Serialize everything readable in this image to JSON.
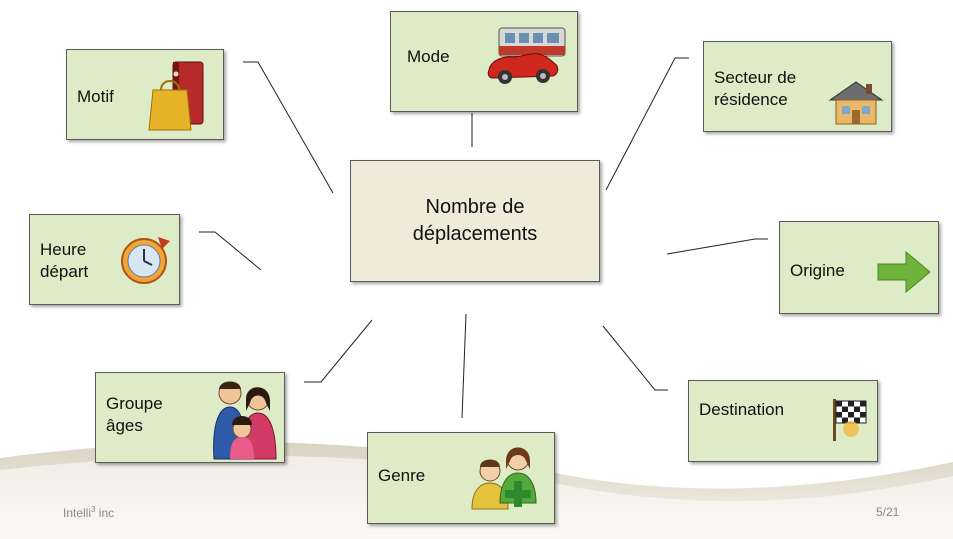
{
  "center": {
    "line1": "Nombre de",
    "line2": "déplacements"
  },
  "nodes": {
    "mode": {
      "label": "Mode",
      "icon": "vehicles-icon"
    },
    "motif": {
      "label": "Motif",
      "icon": "shopping-bag-binder-icon"
    },
    "secteur": {
      "line1": "Secteur de",
      "line2": "résidence",
      "icon": "house-icon"
    },
    "heure": {
      "line1": "Heure",
      "line2": "départ",
      "icon": "clock-icon"
    },
    "origine": {
      "label": "Origine",
      "icon": "green-arrow-icon"
    },
    "groupe": {
      "line1": "Groupe",
      "line2": "âges",
      "icon": "family-icon"
    },
    "genre": {
      "label": "Genre",
      "icon": "male-female-icon"
    },
    "destination": {
      "label": "Destination",
      "icon": "checkered-flag-icon"
    }
  },
  "footer": {
    "company": "Intelli",
    "company_sup": "3",
    "company_suffix": " inc",
    "page": "5/21"
  },
  "colors": {
    "node_fill": "#ddebc6",
    "center_fill": "#eeecd9",
    "border": "#5a5a5a"
  }
}
